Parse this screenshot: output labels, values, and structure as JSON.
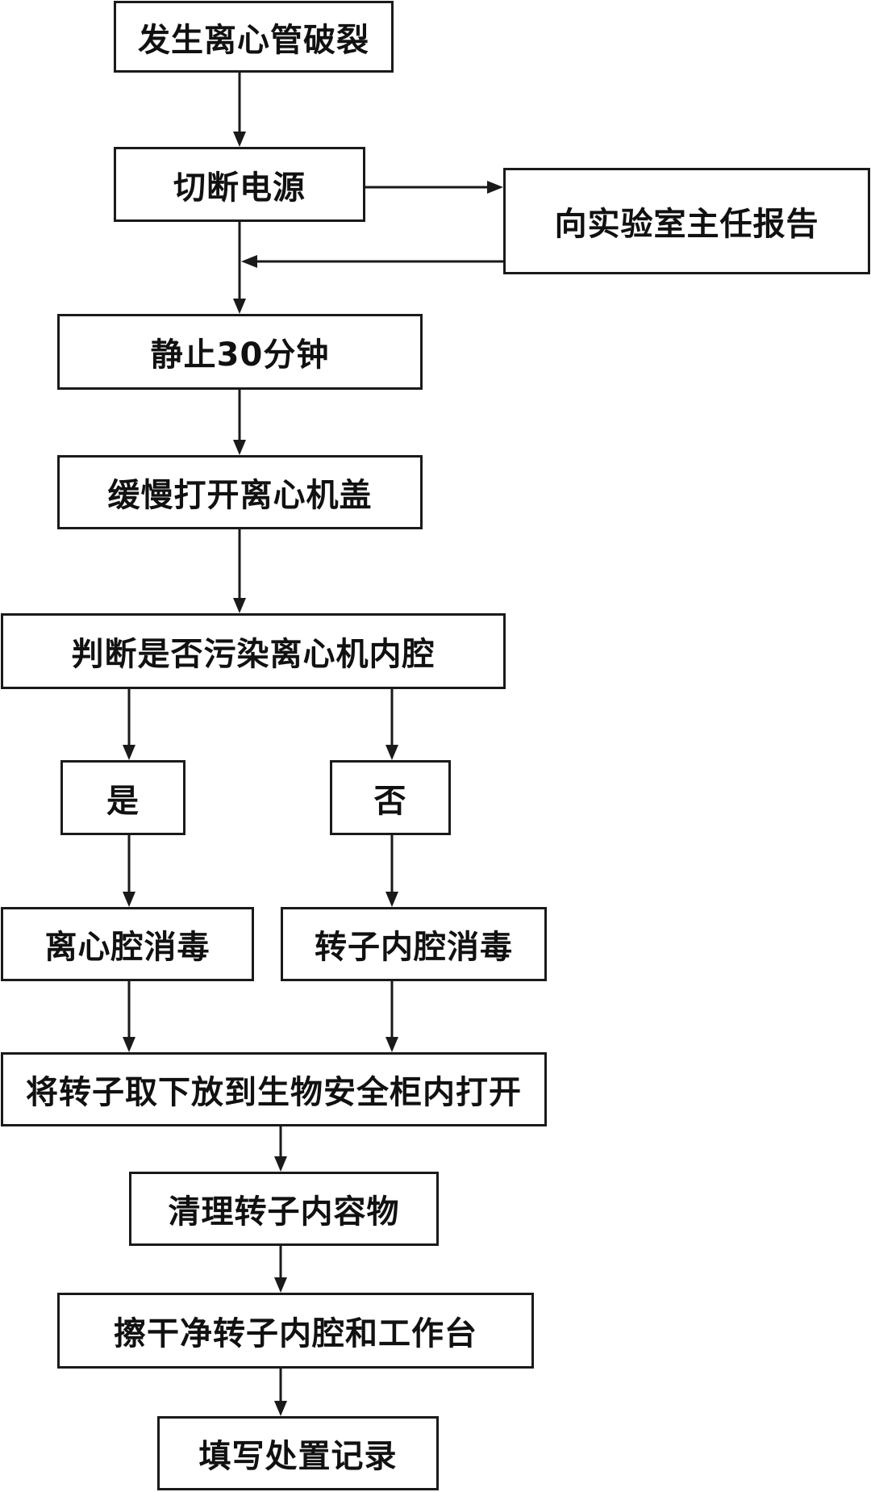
{
  "steps": {
    "centrifuge_tube_break": "发生离心管破裂",
    "cut_power": "切断电源",
    "report_director": "向实验室主任报告",
    "stand_30min": "静止30分钟",
    "open_lid_slowly": "缓慢打开离心机盖",
    "check_contamination": "判断是否污染离心机内腔",
    "yes": "是",
    "no": "否",
    "disinfect_chamber": "离心腔消毒",
    "disinfect_rotor": "转子内腔消毒",
    "rotor_to_bsc": "将转子取下放到生物安全柜内打开",
    "clean_rotor": "清理转子内容物",
    "wipe_clean": "擦干净转子内腔和工作台",
    "fill_record": "填写处置记录"
  },
  "style": {
    "line_color": "#1a1a1a",
    "text_color": "#111111",
    "background": "#ffffff"
  }
}
